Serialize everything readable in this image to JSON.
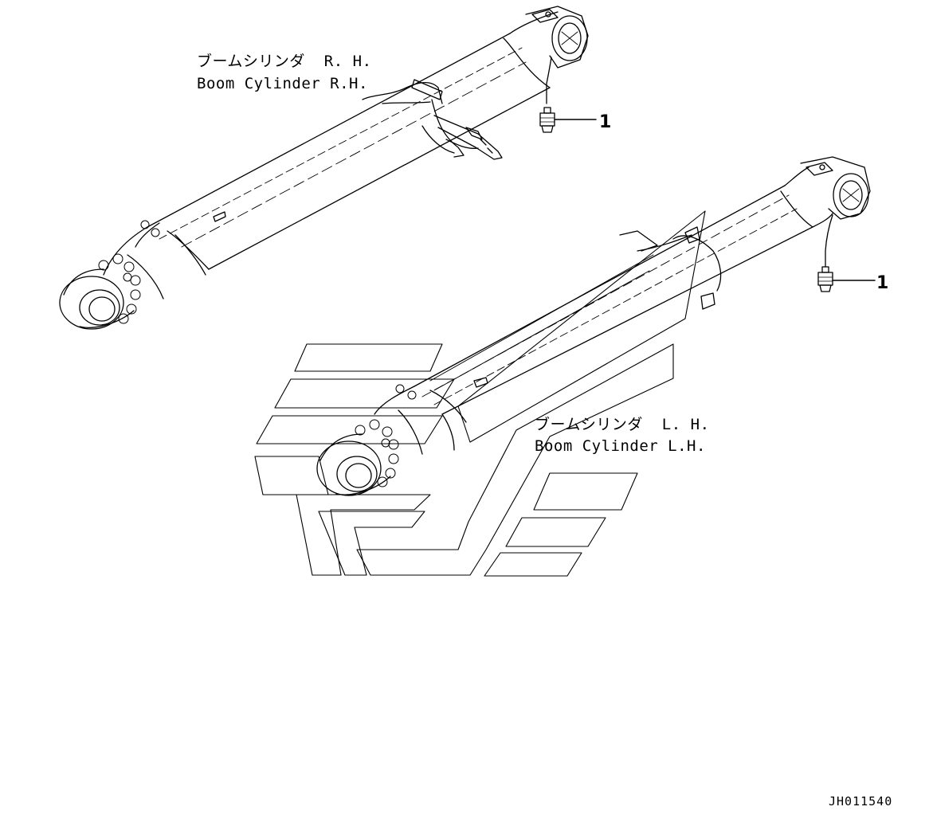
{
  "labels": {
    "rh_jp": "ブームシリンダ  R. H.",
    "rh_en": "Boom Cylinder R.H.",
    "lh_jp": "ブームシリンダ  L. H.",
    "lh_en": "Boom Cylinder L.H."
  },
  "callouts": {
    "rh_part": "1",
    "lh_part": "1"
  },
  "drawing_number": "JH011540",
  "colors": {
    "line": "#000000",
    "background": "#ffffff",
    "watermark": "#000000"
  }
}
